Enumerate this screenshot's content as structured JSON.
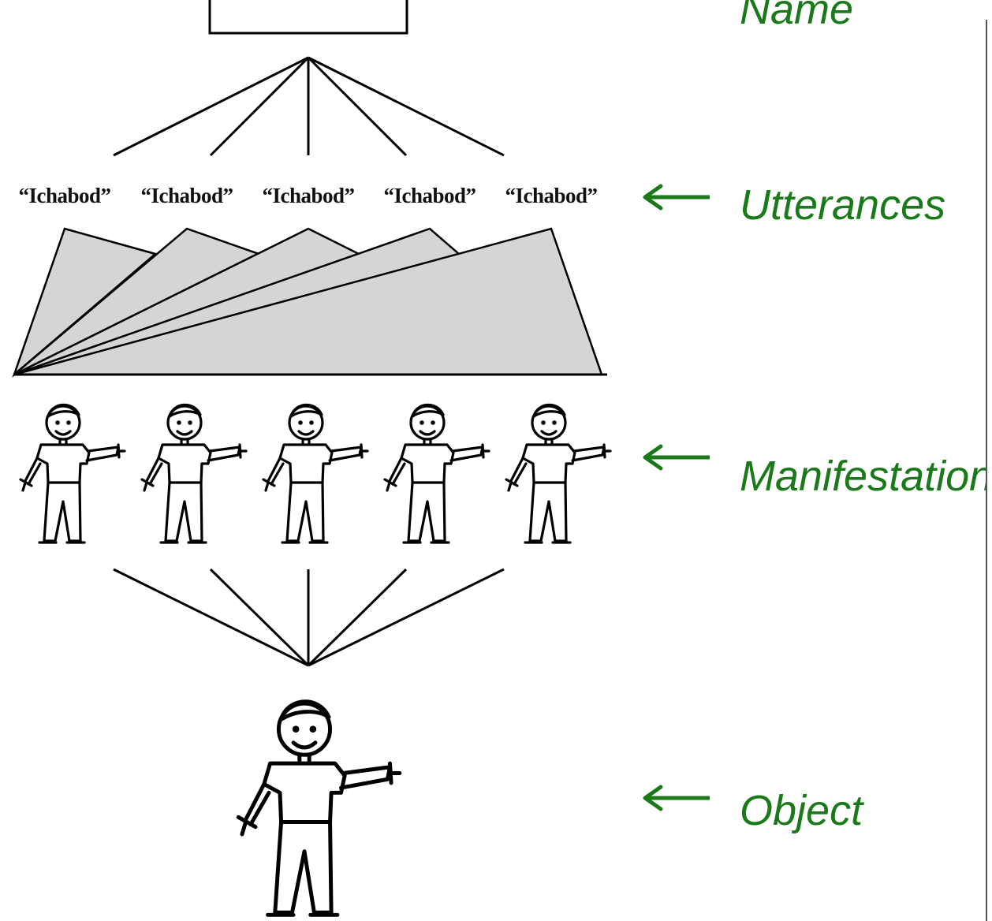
{
  "diagram": {
    "utterances": [
      "“Ichabod”",
      "“Ichabod”",
      "“Ichabod”",
      "“Ichabod”",
      "“Ichabod”"
    ],
    "labels": {
      "name": "Name",
      "utterances": "Utterances",
      "manifestations": "Manifestations",
      "object": "Object"
    },
    "colors": {
      "label": "#1a7a1a",
      "triangle_fill": "#d4d5d7",
      "stroke": "#000000"
    },
    "icons": {
      "figure": "stick-figure-icon",
      "arrow": "arrow-left-icon"
    }
  }
}
